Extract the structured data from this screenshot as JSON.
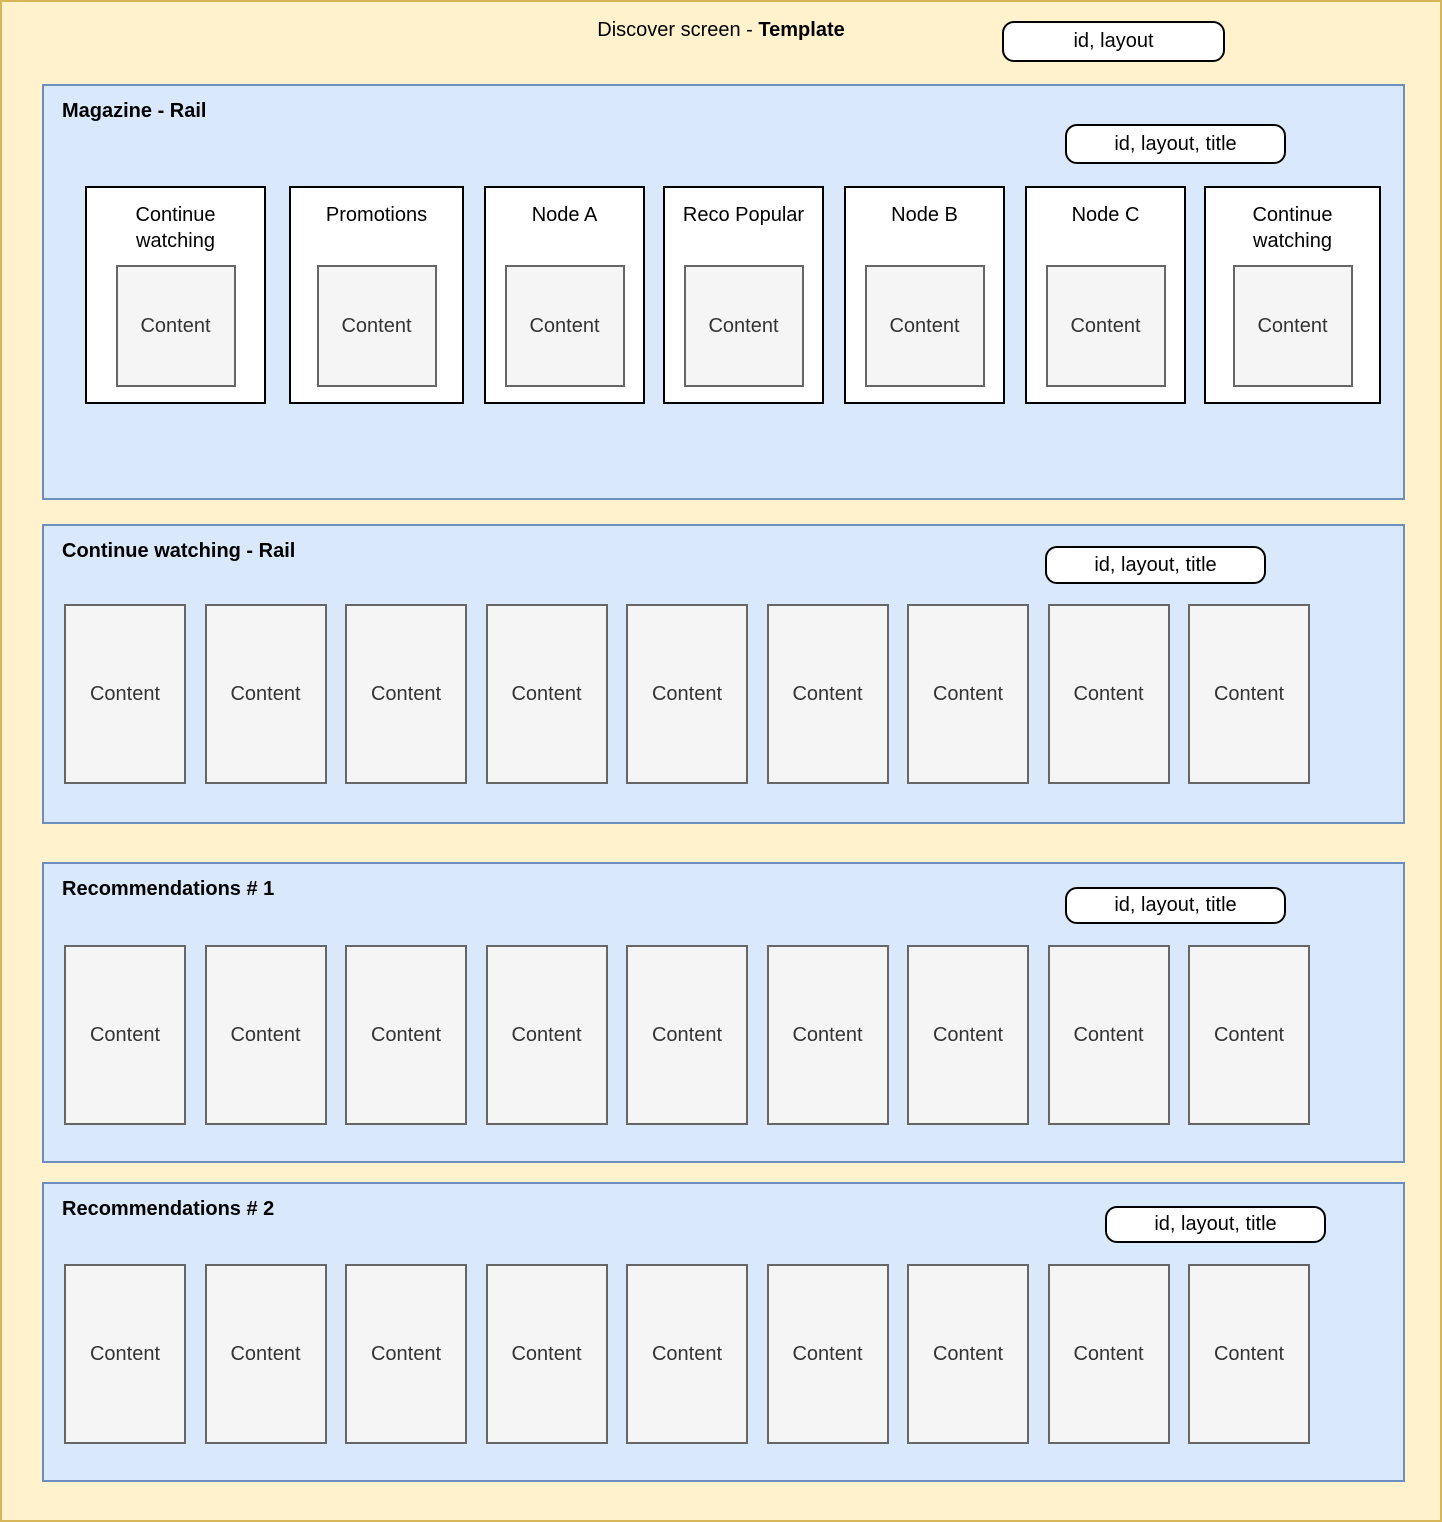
{
  "header": {
    "title_prefix": "Discover screen - ",
    "title_bold": "Template",
    "badge": "id, layout"
  },
  "sections": [
    {
      "title": "Magazine - Rail",
      "badge": "id, layout, title",
      "cards": [
        {
          "title": "Continue watching",
          "content": "Content"
        },
        {
          "title": "Promotions",
          "content": "Content"
        },
        {
          "title": "Node A",
          "content": "Content"
        },
        {
          "title": "Reco Popular",
          "content": "Content"
        },
        {
          "title": "Node B",
          "content": "Content"
        },
        {
          "title": "Node C",
          "content": "Content"
        },
        {
          "title": "Continue watching",
          "content": "Content"
        }
      ]
    },
    {
      "title": "Continue watching - Rail",
      "badge": "id, layout, title",
      "content_label": "Content",
      "content_count": 9
    },
    {
      "title": "Recommendations # 1",
      "badge": "id, layout, title",
      "content_label": "Content",
      "content_count": 9
    },
    {
      "title": "Recommendations # 2",
      "badge": "id, layout, title",
      "content_label": "Content",
      "content_count": 9
    }
  ],
  "colors": {
    "canvas_fill": "#FFF2CC",
    "canvas_stroke": "#D6B656",
    "rail_fill": "#DAE8FC",
    "rail_stroke": "#6C8EBF",
    "card_fill": "#FFFFFF",
    "card_stroke": "#000000",
    "content_fill": "#F5F5F5",
    "content_stroke": "#666666"
  }
}
